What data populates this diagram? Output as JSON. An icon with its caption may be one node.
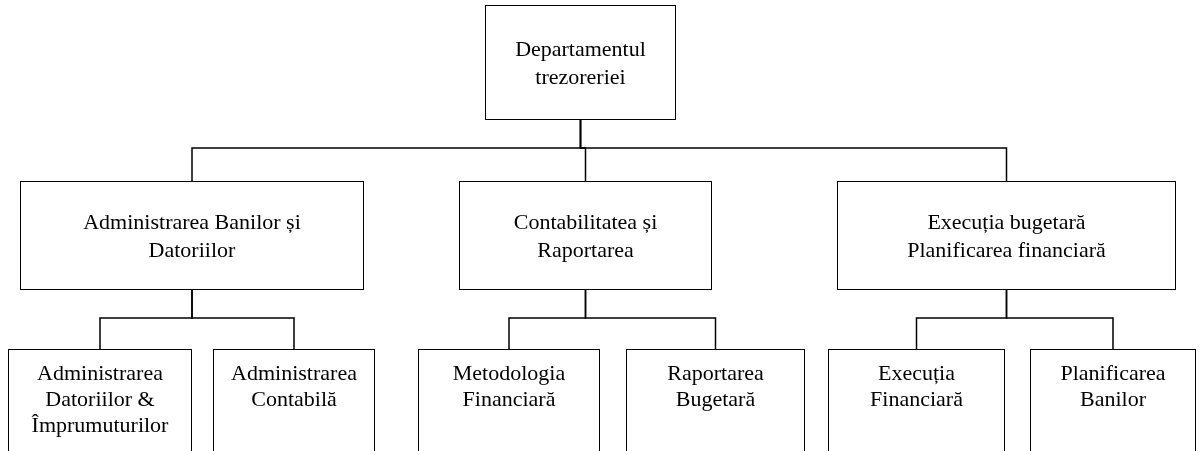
{
  "diagram": {
    "nodes": [
      {
        "text": [
          "Departamentul trezoreriei"
        ]
      },
      {
        "text": [
          "Administrarea Banilor și Datoriilor"
        ]
      },
      {
        "text": [
          "Contabilitatea și Raportarea"
        ]
      },
      {
        "text": [
          "Execuția bugetară Planificarea financiară"
        ]
      },
      {
        "text": [
          "Administrarea Datoriilor & Împrumuturilor"
        ]
      },
      {
        "text": [
          "Administrarea Contabilă"
        ]
      },
      {
        "text": [
          "Metodologia Financiară"
        ]
      },
      {
        "text": [
          "Raportarea Bugetară"
        ]
      },
      {
        "text": [
          "Execuția Financiară"
        ]
      },
      {
        "text": [
          "Planificarea Banilor"
        ]
      }
    ],
    "edges": [
      {
        "from": 0,
        "to": 1,
        "arrow": "none"
      },
      {
        "from": 0,
        "to": 2,
        "arrow": "none"
      },
      {
        "from": 0,
        "to": 3,
        "arrow": "none"
      },
      {
        "from": 1,
        "to": 4,
        "arrow": "none"
      },
      {
        "from": 1,
        "to": 5,
        "arrow": "none"
      },
      {
        "from": 2,
        "to": 6,
        "arrow": "none"
      },
      {
        "from": 2,
        "to": 7,
        "arrow": "none"
      },
      {
        "from": 3,
        "to": 8,
        "arrow": "none"
      },
      {
        "from": 3,
        "to": 9,
        "arrow": "none"
      }
    ]
  }
}
